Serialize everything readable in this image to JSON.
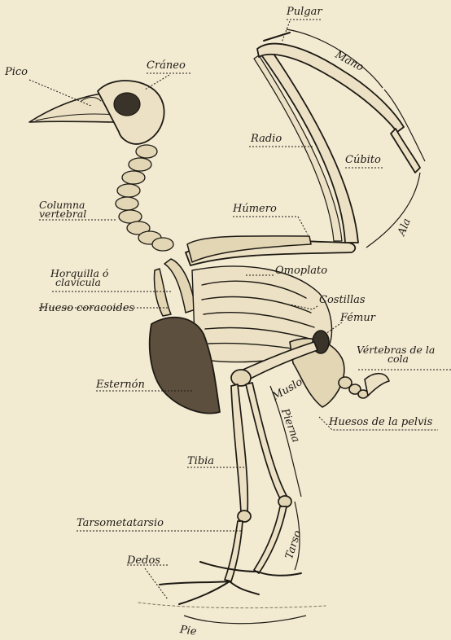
{
  "labels": {
    "pulgar": "Pulgar",
    "pico": "Pico",
    "craneo": "Cráneo",
    "mano": "Mano",
    "radio": "Radio",
    "cubito": "Cúbito",
    "columna_1": "Columna",
    "columna_2": "vertebral",
    "ala": "Ala",
    "humero": "Húmero",
    "horquilla_1": "Horquilla ó",
    "horquilla_2": "clavícula",
    "omoplato": "Omoplato",
    "hueso_coracoides": "Hueso coracoides",
    "costillas": "Costillas",
    "femur": "Fémur",
    "vertebras_1": "Vértebras de la",
    "vertebras_2": "cola",
    "esternon": "Esternón",
    "muslo": "Muslo",
    "pierna": "Pierna",
    "huesos_pelvis": "Huesos de la pelvis",
    "tibia": "Tibia",
    "tarsometatarsio": "Tarsometatarsio",
    "tarso": "Tarso",
    "dedos": "Dedos",
    "pie": "Pie"
  },
  "colors": {
    "paper": "#f3ead2",
    "ink": "#1d1a14",
    "bone": "#ece1c4",
    "shade": "#7d705a"
  }
}
